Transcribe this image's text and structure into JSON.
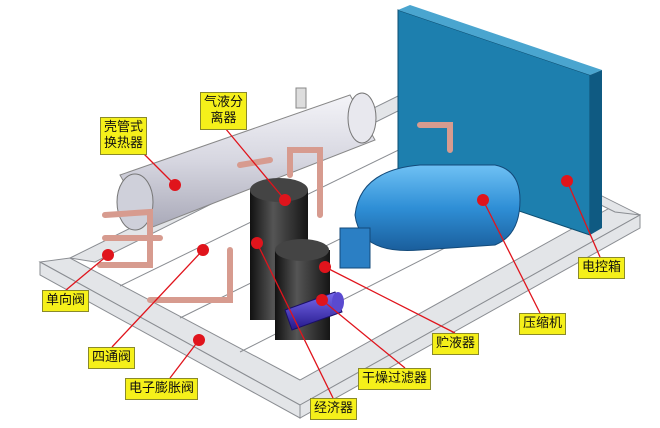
{
  "labels": {
    "gas_liquid_separator": [
      "气液分",
      "离器"
    ],
    "shell_tube_exchanger": [
      "壳管式",
      "换热器"
    ],
    "control_box": "电控箱",
    "compressor": "压缩机",
    "receiver": "贮液器",
    "filter_drier": "干燥过滤器",
    "economizer": "经济器",
    "expansion_valve": "电子膨胀阀",
    "four_way_valve": "四通阀",
    "check_valve": "单向阀"
  },
  "colors": {
    "label_bg": "#f5f01a",
    "pointer": "#e0141c",
    "control_box": "#1d7fae",
    "compressor": "#2f8fd6",
    "tank": "#2a2a2e",
    "economizer": "#3b2bb0",
    "frame": "#d8dadd"
  }
}
